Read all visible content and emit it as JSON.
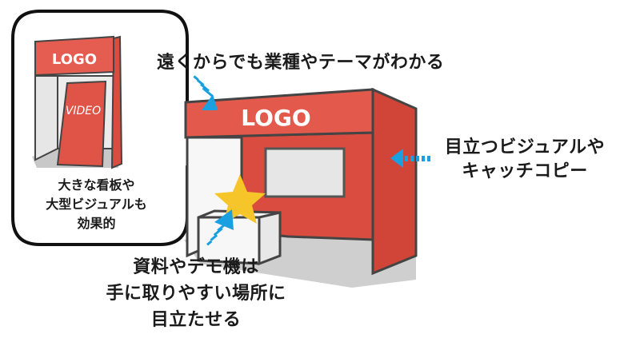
{
  "colors": {
    "booth_red": "#d94c3f",
    "booth_red_light": "#e55d50",
    "booth_red_dark": "#c94337",
    "outline": "#444444",
    "arrow_blue": "#1aa0e0",
    "star_yellow": "#f5c52a",
    "wall_white": "#f7f7f7",
    "panel_gray": "#e6e6e6",
    "floor_gray": "#c8c8c8",
    "text": "#1a1a1a"
  },
  "bubble": {
    "booth_logo": "LOGO",
    "booth_video": "VIDEO",
    "caption_lines": [
      "大きな看板や",
      "大型ビジュアルも",
      "効果的"
    ]
  },
  "booth": {
    "header_logo": "LOGO"
  },
  "callouts": {
    "top": "遠くからでも業種やテーマがわかる",
    "right_lines": [
      "目立つビジュアルや",
      "キャッチコピー"
    ],
    "bottom_lines": [
      "資料やデモ機は",
      "手に取りやすい場所に",
      "目立たせる"
    ]
  }
}
